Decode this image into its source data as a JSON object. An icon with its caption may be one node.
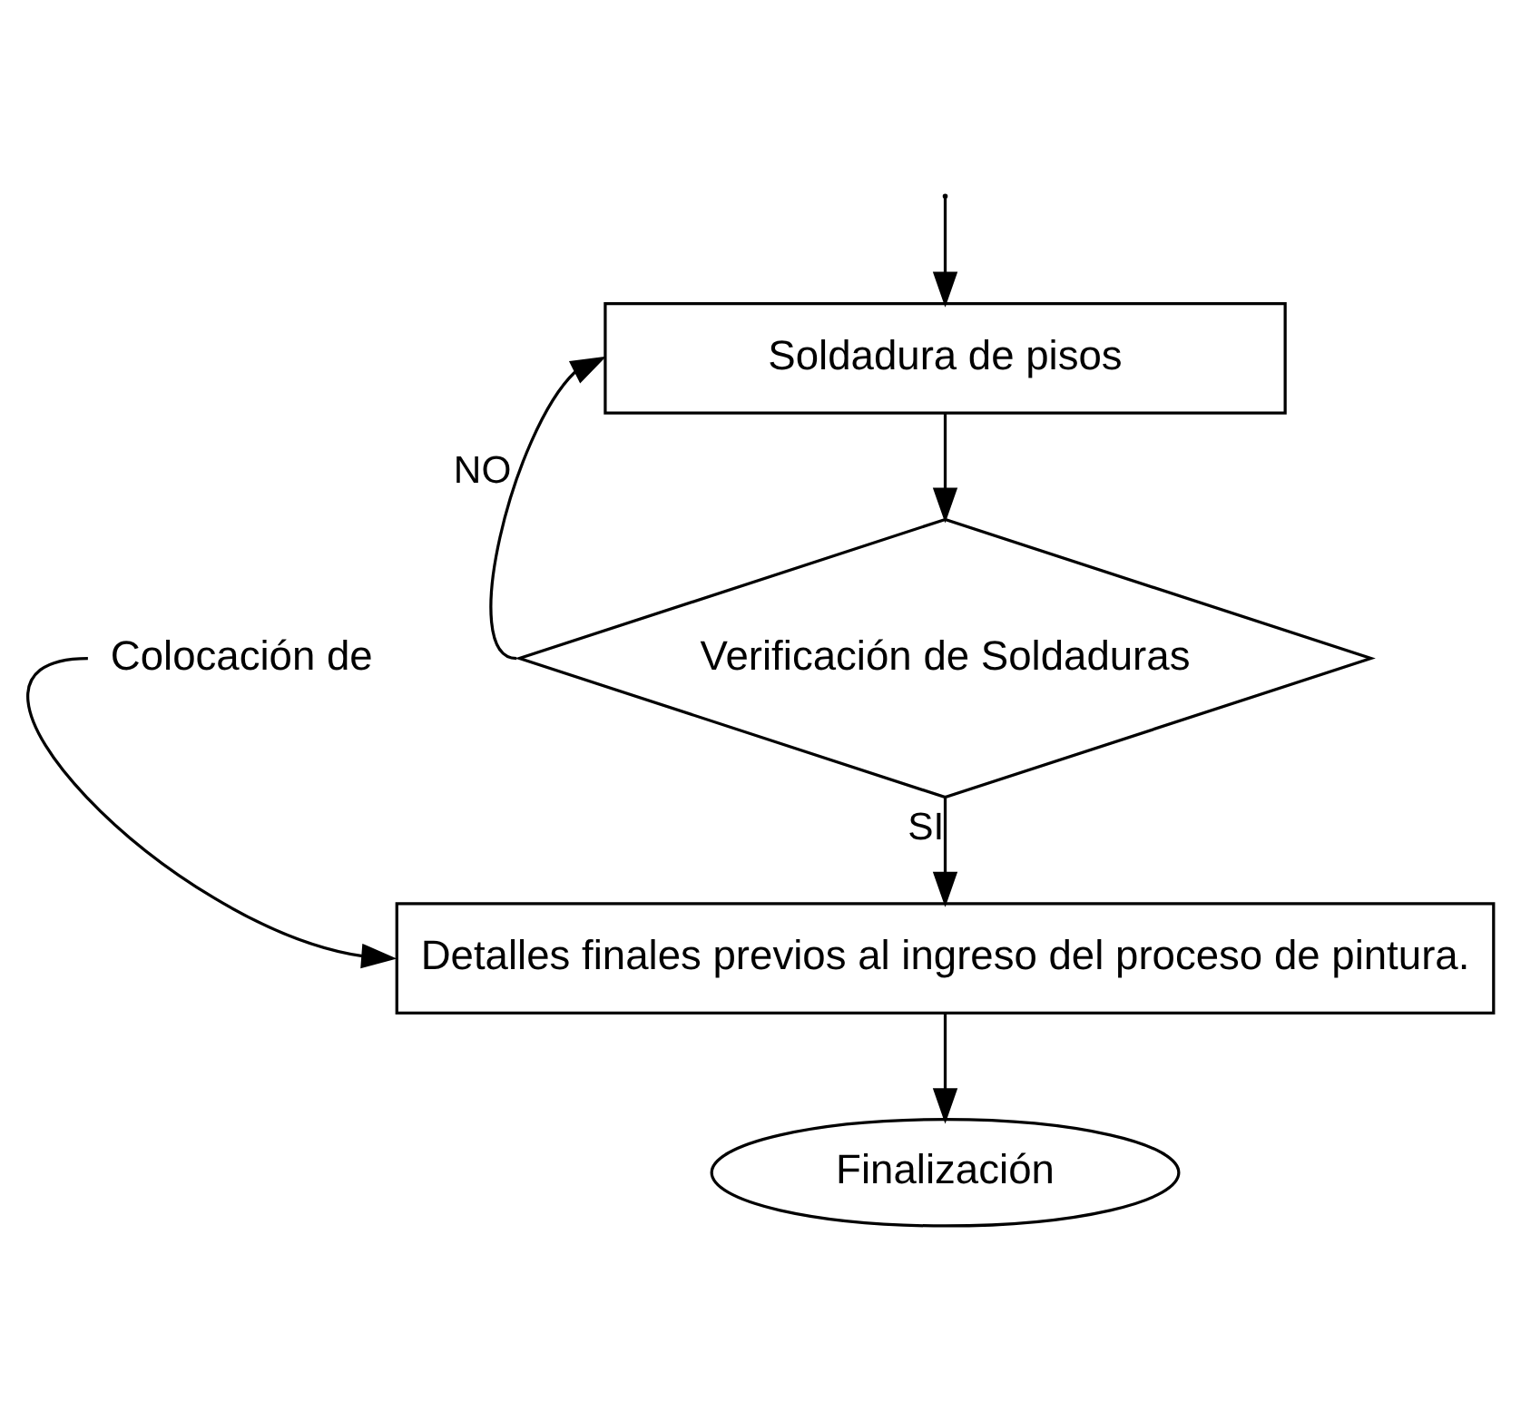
{
  "diagram": {
    "nodes": [
      {
        "text": [
          "Soldadura de pisos"
        ]
      },
      {
        "text": [
          "Verificación de Soldaduras"
        ]
      },
      {
        "text": [
          "Detalles finales previos al ingreso del proceso de pintura."
        ]
      },
      {
        "text": [
          "Finalización"
        ]
      },
      {
        "text": [
          "Colocación de"
        ]
      }
    ],
    "edges": [
      {
        "from": null,
        "to": 0,
        "arrow": "to"
      },
      {
        "from": 0,
        "to": 1,
        "arrow": "to"
      },
      {
        "from": 1,
        "to": 0,
        "arrow": "to",
        "label": "NO"
      },
      {
        "from": 1,
        "to": 2,
        "arrow": "to",
        "label": "SI"
      },
      {
        "from": 4,
        "to": 2,
        "arrow": "to"
      },
      {
        "from": 2,
        "to": 3,
        "arrow": "to"
      }
    ]
  }
}
